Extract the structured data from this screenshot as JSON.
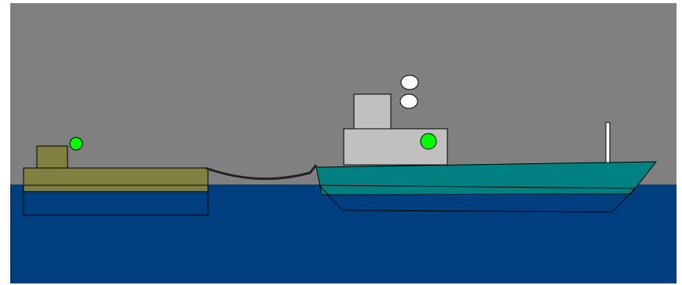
{
  "scene": {
    "colors": {
      "background": "#FFFFFF",
      "sky": "#808080",
      "water": "#003F7F",
      "barge_hull": "#7F7F3F",
      "barge_cabin": "#7F7F3F",
      "tug_hull": "#008080",
      "tug_superstructure": "#C0C0C0",
      "navigation_light": "#00FF00",
      "smoke": "#FFFFFF",
      "tow_line": "#222222",
      "outline": "#000000"
    },
    "objects": {
      "barge": "barge",
      "tug": "tugboat",
      "tow_line": "tow-line",
      "smoke": "smoke-puffs",
      "lights": "navigation-lights"
    }
  }
}
